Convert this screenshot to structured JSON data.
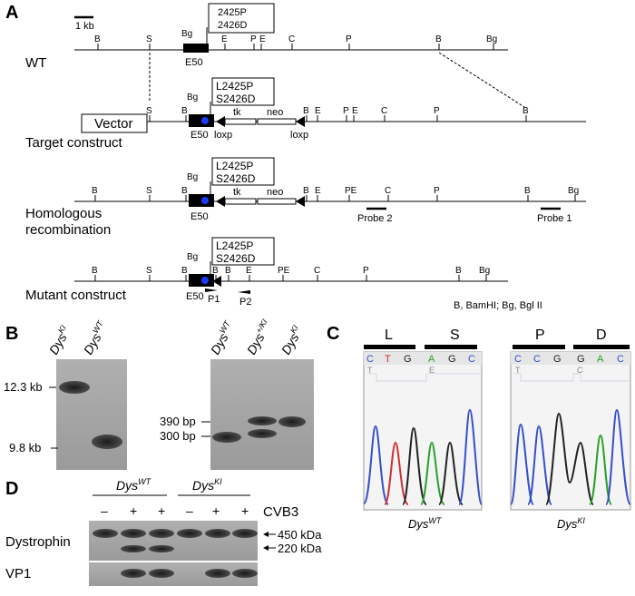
{
  "panels": {
    "a": "A",
    "b": "B",
    "c": "C",
    "d": "D"
  },
  "scale_bar": "1 kb",
  "rows": {
    "wt": "WT",
    "target": "Target construct",
    "homologous_1": "Homologous",
    "homologous_2": "recombination",
    "mutant": "Mutant construct"
  },
  "exon": "E50",
  "mutation_box": {
    "wt_line1": "2425P",
    "wt_line2": "2426D",
    "mut_line1": "L2425P",
    "mut_line2": "S2426D"
  },
  "vector": "Vector",
  "cassette": {
    "tk": "tk",
    "neo": "neo",
    "loxp": "loxp"
  },
  "probes": {
    "probe2": "Probe 2",
    "probe1": "Probe 1"
  },
  "primers": {
    "p1": "P1",
    "p2": "P2"
  },
  "legend_note": "B, BamHI; Bg, Bgl II",
  "sites": {
    "B": "B",
    "S": "S",
    "Bg": "Bg",
    "E": "E",
    "P": "P",
    "C": "C",
    "PE": "PE"
  },
  "southern": {
    "lanes": [
      "Dys",
      "Dys"
    ],
    "lanes_sup": [
      "KI",
      "WT"
    ],
    "sizes": [
      "12.3 kb",
      "9.8 kb"
    ]
  },
  "pcr": {
    "lanes": [
      "Dys",
      "Dys",
      "Dys"
    ],
    "lanes_sup": [
      "WT",
      "+/KI",
      "KI"
    ],
    "sizes": [
      "390 bp",
      "300 bp"
    ]
  },
  "sequencing": {
    "left": {
      "codons": [
        "L",
        "S"
      ],
      "bases": [
        "C",
        "T",
        "G",
        "A",
        "G",
        "C"
      ],
      "sub": [
        "T",
        "E"
      ],
      "genotype": "Dys",
      "genotype_sup": "WT"
    },
    "right": {
      "codons": [
        "P",
        "D"
      ],
      "bases": [
        "C",
        "C",
        "G",
        "G",
        "A",
        "C"
      ],
      "sub": [
        "T",
        "C"
      ],
      "genotype": "Dys",
      "genotype_sup": "KI"
    }
  },
  "western": {
    "groups": [
      "Dys",
      "Dys"
    ],
    "groups_sup": [
      "WT",
      "KI"
    ],
    "treatment": "CVB3",
    "lane_signs": [
      "–",
      "+",
      "+",
      "–",
      "+",
      "+"
    ],
    "rows": [
      "Dystrophin",
      "VP1"
    ],
    "markers": [
      "450 kDa",
      "220 kDa"
    ]
  },
  "colors": {
    "exon_dot": "#1a3cff",
    "base_C": "#3550c8",
    "base_T": "#d03030",
    "base_G": "#222222",
    "base_A": "#2aa02a"
  }
}
